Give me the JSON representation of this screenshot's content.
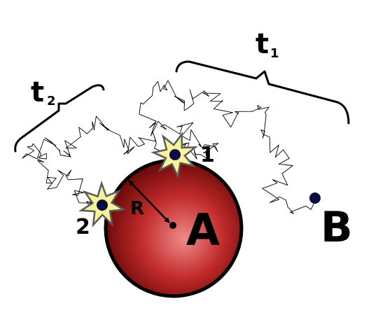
{
  "labels": {
    "particle_a": "A",
    "particle_b": "B",
    "radius": "R",
    "time_1": "t",
    "time_1_sub": "1",
    "time_2": "t",
    "time_2_sub": "2",
    "encounter_1": "1",
    "encounter_2": "2"
  },
  "colors": {
    "sphere_center": "#f08a8a",
    "sphere_mid": "#c22b2b",
    "sphere_edge": "#6e0a0a",
    "sphere_outline": "#000000",
    "particle": "#0c0c44",
    "star_fill": "#f6f39a",
    "star_stroke": "#5a5a5a",
    "trajectory": "#000000",
    "brace": "#000000"
  },
  "icons": {
    "collision_marker": "starburst-icon",
    "particle_marker": "dot-icon"
  }
}
